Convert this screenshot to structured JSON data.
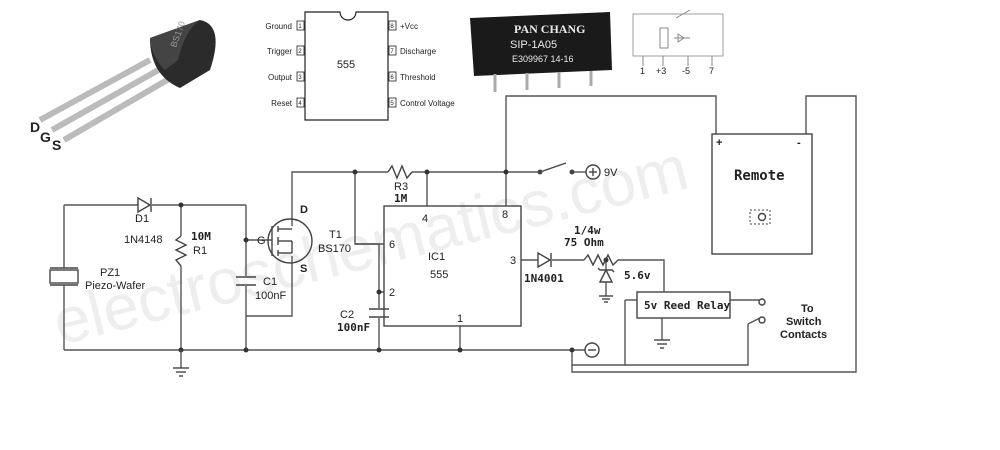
{
  "pinout_555": {
    "chip_label": "555",
    "left_pins": [
      {
        "num": "1",
        "name": "Ground"
      },
      {
        "num": "2",
        "name": "Trigger"
      },
      {
        "num": "3",
        "name": "Output"
      },
      {
        "num": "4",
        "name": "Reset"
      }
    ],
    "right_pins": [
      {
        "num": "8",
        "name": "+Vcc"
      },
      {
        "num": "7",
        "name": "Discharge"
      },
      {
        "num": "6",
        "name": "Threshold"
      },
      {
        "num": "5",
        "name": "Control Voltage"
      }
    ]
  },
  "transistor_photo": {
    "body_text": "BS170",
    "pins": [
      "D",
      "G",
      "S"
    ]
  },
  "relay_photo": {
    "brand": "PAN CHANG",
    "model": "SIP-1A05",
    "cert": "E309967 14-16",
    "pin_labels": [
      "1",
      "+3",
      "-5",
      "7"
    ]
  },
  "circuit": {
    "pz1_name": "PZ1",
    "pz1_desc": "Piezo-Wafer",
    "d1_name": "D1",
    "d1_part": "1N4148",
    "r1_value": "10M",
    "r1_name": "R1",
    "c1_name": "C1",
    "c1_value": "100nF",
    "t1_name": "T1",
    "t1_part": "BS170",
    "t1_g": "G",
    "t1_d": "D",
    "t1_s": "S",
    "r3_name": "R3",
    "r3_value": "1M",
    "c2_name": "C2",
    "c2_value": "100nF",
    "ic_name": "IC1",
    "ic_part": "555",
    "ic_pin4": "4",
    "ic_pin8": "8",
    "ic_pin6": "6",
    "ic_pin2": "2",
    "ic_pin3": "3",
    "ic_pin1": "1",
    "diode_part": "1N4001",
    "res_power": "1/4w",
    "res_value": "75 Ohm",
    "zener_value": "5.6v",
    "relay_label": "5v Reed Relay",
    "supply_label": "9V",
    "to_switch": [
      "To",
      "Switch",
      "Contacts"
    ],
    "remote_label": "Remote",
    "remote_plus": "+",
    "remote_minus": "-"
  },
  "watermark": "electroschematics.com"
}
